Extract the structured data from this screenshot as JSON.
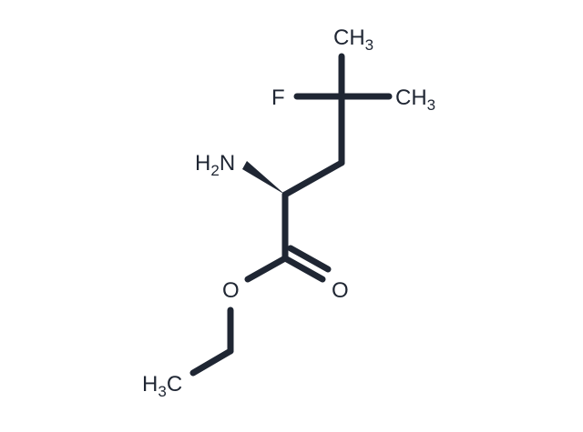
{
  "colors": {
    "background": "#ffffff",
    "bond": "#1f2633",
    "text": "#1f2633"
  },
  "molecule": {
    "labels": {
      "ch3_top": {
        "main": "CH",
        "sub": "3"
      },
      "ch3_right": {
        "main": "CH",
        "sub": "3"
      },
      "fluorine": {
        "main": "F"
      },
      "amine": {
        "main": "H",
        "sub": "2",
        "tail": "N"
      },
      "ester_o": {
        "main": "O"
      },
      "carbonyl_o": {
        "main": "O"
      },
      "ethyl_ch3": {
        "main": "H",
        "sub": "3",
        "tail": "C"
      }
    }
  }
}
